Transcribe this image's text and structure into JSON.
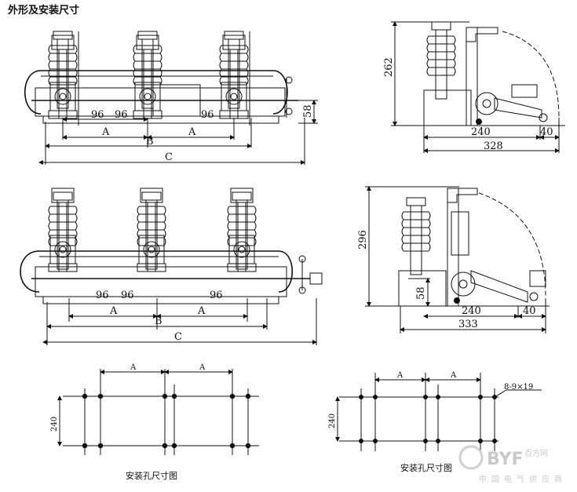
{
  "title": "外形及安装尺寸",
  "front_top": {
    "d96a": "96",
    "d96b": "96",
    "d96c": "96",
    "dA1": "A",
    "dA2": "A",
    "dB": "B",
    "dC": "C",
    "d58": "58"
  },
  "side_top": {
    "d262": "262",
    "d240": "240",
    "d40": "40",
    "d328": "328"
  },
  "front_bottom": {
    "d96a": "96",
    "d96b": "96",
    "d96c": "96",
    "dA1": "A",
    "dA2": "A",
    "dB": "B",
    "dC": "C"
  },
  "side_bottom": {
    "d296": "296",
    "d58": "58",
    "d240": "240",
    "d40": "40",
    "d333": "333"
  },
  "hole_left": {
    "dA1": "A",
    "dA2": "A",
    "d240": "240",
    "caption": "安装孔尺寸图"
  },
  "hole_right": {
    "dA1": "A",
    "dA2": "A",
    "d240": "240",
    "hole_spec": "8-9×19",
    "caption": "安装孔尺寸图"
  },
  "watermark": {
    "logo": "BYF",
    "sub_cn": "百方网",
    "sub": "中国电气供应商"
  }
}
